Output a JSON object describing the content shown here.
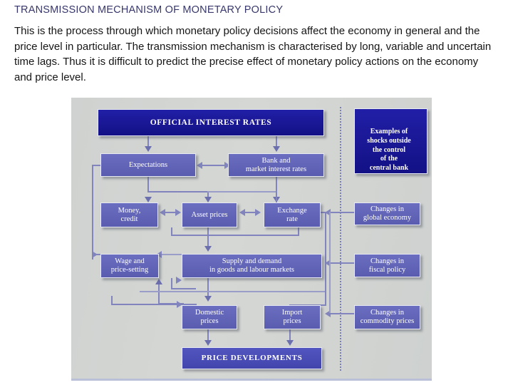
{
  "page": {
    "title": "TRANSMISSION MECHANISM OF MONETARY POLICY",
    "body": "This is the process through which monetary policy decisions affect the economy in general and the price level in particular. The transmission mechanism is characterised by long, variable and uncertain time lags. Thus it is difficult to predict the precise effect of monetary policy actions on the economy and price level.",
    "title_color": "#37376b",
    "body_color": "#151515"
  },
  "diagram": {
    "panel_background": "#d2d5d3",
    "node_fill_mid": "#5f62b4",
    "node_fill_dark": "#1a189b",
    "node_fill_price": "#4a4db4",
    "connector_color": "#8184bd",
    "divider_style": "dotted-vertical",
    "nodes": {
      "official_interest_rates": "OFFICIAL INTEREST RATES",
      "expectations": "Expectations",
      "bank_market_rates_line1": "Bank and",
      "bank_market_rates_line2": "market interest rates",
      "money_credit_line1": "Money,",
      "money_credit_line2": "credit",
      "asset_prices": "Asset prices",
      "exchange_rate_line1": "Exchange",
      "exchange_rate_line2": "rate",
      "wage_price_setting_line1": "Wage and",
      "wage_price_setting_line2": "price-setting",
      "supply_demand_line1": "Supply and demand",
      "supply_demand_line2": "in goods and labour markets",
      "domestic_prices_line1": "Domestic",
      "domestic_prices_line2": "prices",
      "import_prices_line1": "Import",
      "import_prices_line2": "prices",
      "price_developments": "PRICE DEVELOPMENTS",
      "shocks_line1": "Examples of",
      "shocks_line2": "shocks outside",
      "shocks_line3": "the control",
      "shocks_line4": "of the",
      "shocks_line5": "central bank",
      "global_economy_line1": "Changes in",
      "global_economy_line2": "global economy",
      "fiscal_policy_line1": "Changes in",
      "fiscal_policy_line2": "fiscal policy",
      "commodity_prices_line1": "Changes in",
      "commodity_prices_line2": "commodity prices"
    }
  }
}
